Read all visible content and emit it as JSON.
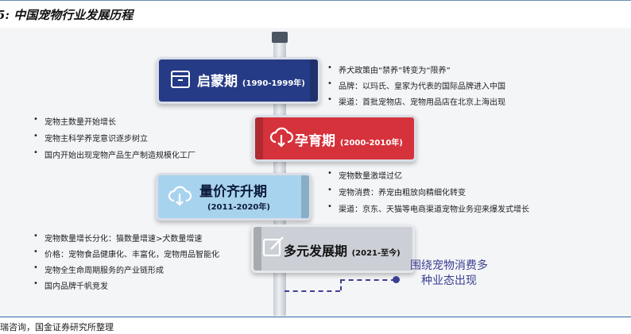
{
  "header": {
    "title": "5: 中国宠物行业发展历程"
  },
  "footer": {
    "source": "瑞咨询，国金证券研究所整理"
  },
  "stages": [
    {
      "name": "启蒙期",
      "period": "(1990-1999年)",
      "icon": "box-icon",
      "color": "#263b86"
    },
    {
      "name": "孕育期",
      "period": "(2000-2010年)",
      "icon": "cloud-download-icon",
      "color": "#d6323b"
    },
    {
      "name": "量价齐升期",
      "period": "(2011-2020年)",
      "icon": "cloud-download-icon",
      "color": "#a8d3ef"
    },
    {
      "name": "多元发展期",
      "period": "(2021-至今)",
      "icon": "edit-icon",
      "color": "#ccd0d6"
    }
  ],
  "notes": {
    "stage1": [
      "养犬政策由“禁养”转变为“限养”",
      "品牌：以玛氏、皇家为代表的国际品牌进入中国",
      "渠道：首批宠物店、宠物用品店在北京上海出现"
    ],
    "stage2": [
      "宠物主数量开始增长",
      "宠物主科学养宠意识逐步树立",
      "国内开始出现宠物产品生产制造规模化工厂"
    ],
    "stage3": [
      "宠物数量激增过亿",
      "宠物消费：养宠由粗放向精细化转变",
      "渠道：京东、天猫等电商渠道宠物业务迎来爆发式增长"
    ],
    "stage4": [
      "宠物数量增长分化：猫数量增速>犬数量增速",
      "价格：宠物食品健康化、丰富化，宠物用品智能化",
      "宠物全生命周期服务的产业链形成",
      "国内品牌千帆竞发"
    ]
  },
  "callout": {
    "line1": "围绕宠物消费多",
    "line2": "种业态出现"
  }
}
